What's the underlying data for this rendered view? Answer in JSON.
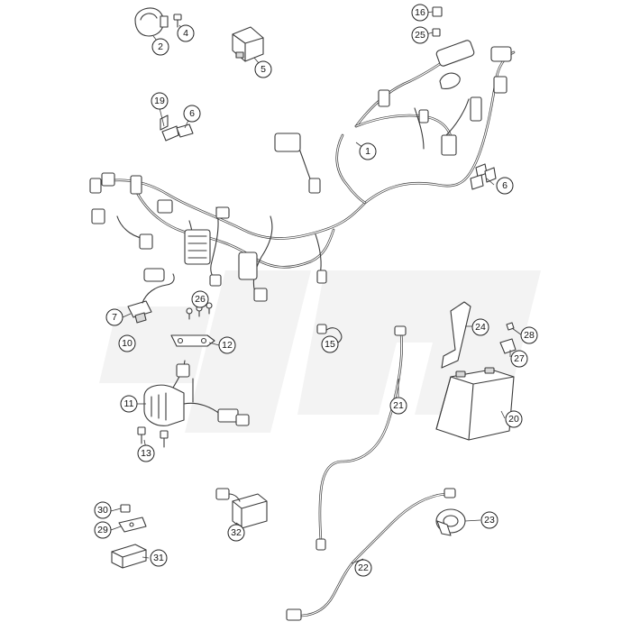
{
  "diagram": {
    "colors": {
      "line": "#3a3a3a",
      "watermark": "#f3f3f3",
      "background": "#ffffff"
    },
    "watermark": {
      "text": "KTM"
    },
    "callouts": [
      "1",
      "2",
      "4",
      "5",
      "6",
      "6",
      "7",
      "10",
      "11",
      "12",
      "13",
      "15",
      "16",
      "19",
      "20",
      "21",
      "22",
      "23",
      "24",
      "25",
      "26",
      "27",
      "28",
      "29",
      "30",
      "31",
      "32"
    ]
  }
}
